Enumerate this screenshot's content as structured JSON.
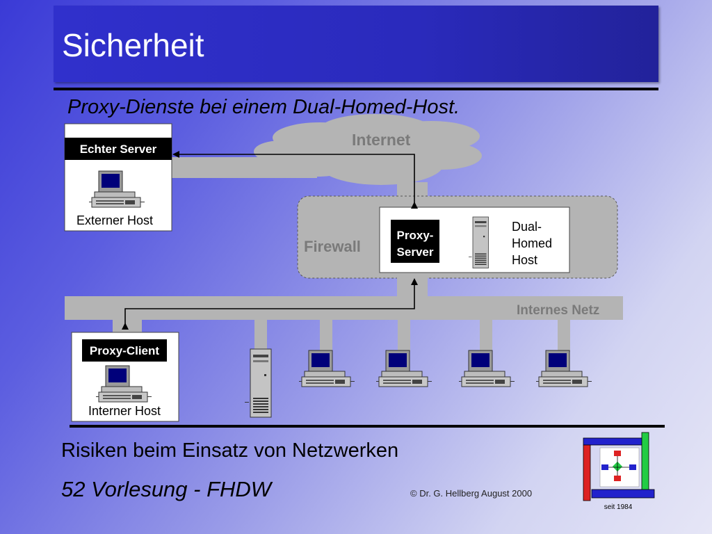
{
  "slide": {
    "title": "Sicherheit",
    "subtitle": "Proxy-Dienste bei einem Dual-Homed-Host."
  },
  "diagram": {
    "internet_label": "Internet",
    "firewall_label": "Firewall",
    "internal_net_label": "Internes Netz",
    "external_server_header": "Echter Server",
    "external_host_label": "Externer Host",
    "proxy_server_line1": "Proxy-",
    "proxy_server_line2": "Server",
    "dual_homed_line1": "Dual-",
    "dual_homed_line2": "Homed",
    "dual_homed_line3": "Host",
    "proxy_client_header": "Proxy-Client",
    "internal_host_label": "Interner Host"
  },
  "footer": {
    "course_topic": "Risiken beim Einsatz von Netzwerken",
    "lecture": "52 Vorlesung - FHDW",
    "copyright": "© Dr. G. Hellberg August 2000",
    "logo_caption": "seit 1984"
  },
  "colors": {
    "title_bar": "#2a2abc",
    "network_gray": "#b4b4b4",
    "label_gray": "#7a7a7a",
    "header_black": "#000000",
    "logo_blue": "#2222cc",
    "logo_green": "#22cc44",
    "logo_red": "#dd2222"
  }
}
